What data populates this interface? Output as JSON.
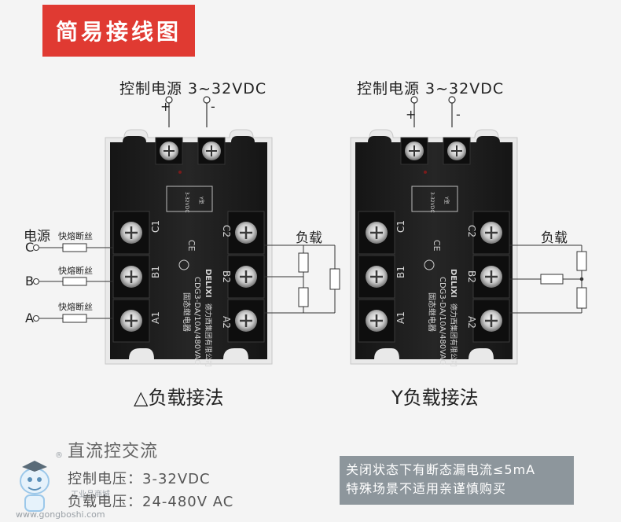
{
  "header": {
    "title": "简易接线图"
  },
  "delta": {
    "control_label": "控制电源 3~32VDC",
    "plus": "+",
    "minus": "-",
    "power_label": "电源",
    "fuse_label": "快熔断丝",
    "phases": [
      "C",
      "B",
      "A"
    ],
    "load_label": "负载",
    "caption": "△负载接法"
  },
  "wye": {
    "control_label": "控制电源 3~32VDC",
    "plus": "+",
    "minus": "-",
    "load_label": "负载",
    "caption": "Y负载接法"
  },
  "module": {
    "terminals_left": [
      "C1",
      "B1",
      "A1"
    ],
    "terminals_right": [
      "C2",
      "B2",
      "A2"
    ],
    "model_text": "CDG3-DA/10A/480VAC",
    "type_text": "固态继电器",
    "brand_text": "DELIXI",
    "maker_text": "德力西集团有限公司",
    "control_text": "3-32VDC",
    "y_mark": "Y型"
  },
  "specs": {
    "title": "直流控交流",
    "control": "控制电压：3-32VDC",
    "load": "负载电压：24-480V AC"
  },
  "notice": {
    "line1": "关闭状态下有断态漏电流≤5mA",
    "line2": "特殊场景不适用亲谨慎购买"
  },
  "watermark": {
    "name": "工业品商城",
    "url": "www.gongboshi.com",
    "reg": "®"
  },
  "colors": {
    "title_bg": "#e03a32",
    "module_body": "#1d1d1d",
    "notice_bg": "#8d969c"
  }
}
